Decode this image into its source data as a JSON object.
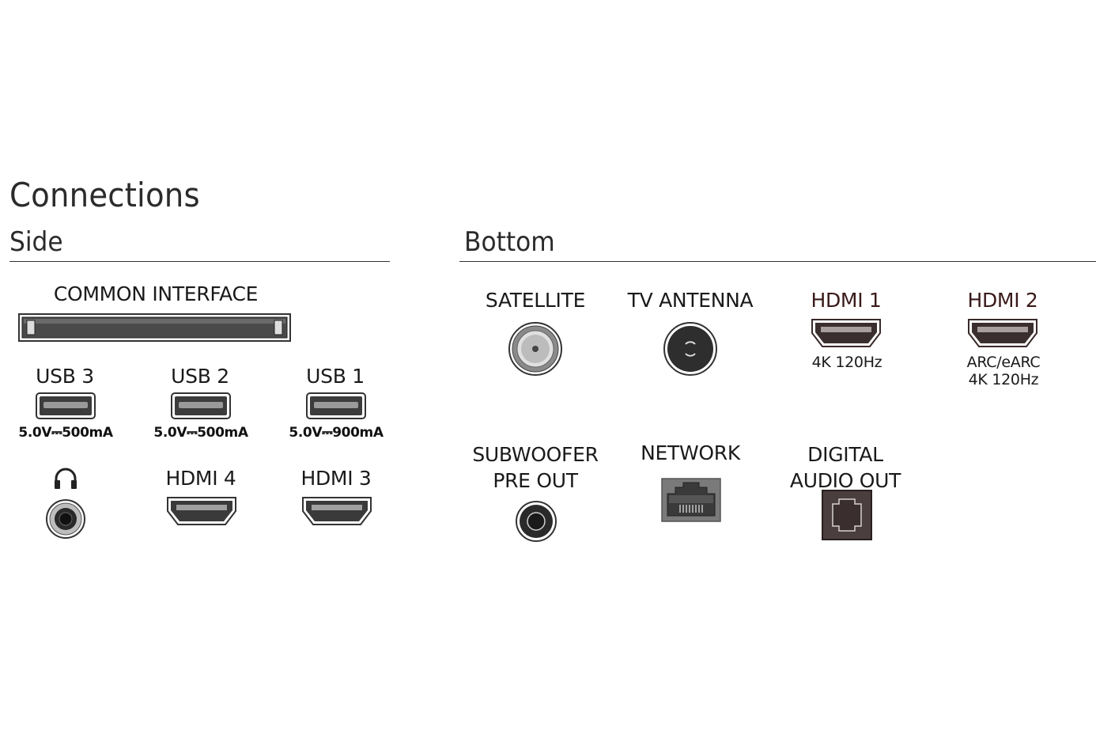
{
  "title": "Connections",
  "side": {
    "heading": "Side",
    "common_interface": {
      "label": "COMMON INTERFACE"
    },
    "usb": [
      {
        "label": "USB 3",
        "power": "5.0V⎓500mA"
      },
      {
        "label": "USB 2",
        "power": "5.0V⎓500mA"
      },
      {
        "label": "USB 1",
        "power": "5.0V⎓900mA"
      }
    ],
    "headphone": {
      "icon": "headphones-icon"
    },
    "hdmi": [
      {
        "label": "HDMI 4"
      },
      {
        "label": "HDMI 3"
      }
    ]
  },
  "bottom": {
    "heading": "Bottom",
    "satellite": {
      "label": "SATELLITE"
    },
    "tv_antenna": {
      "label": "TV ANTENNA"
    },
    "hdmi1": {
      "label": "HDMI 1",
      "spec": "4K 120Hz"
    },
    "hdmi2": {
      "label": "HDMI 2",
      "spec_line1": "ARC/eARC",
      "spec_line2": "4K 120Hz"
    },
    "subwoofer": {
      "label_line1": "SUBWOOFER",
      "label_line2": "PRE OUT"
    },
    "network": {
      "label": "NETWORK"
    },
    "digital_audio": {
      "label_line1": "DIGITAL",
      "label_line2": "AUDIO OUT"
    }
  },
  "colors": {
    "port_dark": "#2a2a2a",
    "port_fill": "#4a4a4a",
    "hdmi_dark_label": "#3a1a1a"
  }
}
